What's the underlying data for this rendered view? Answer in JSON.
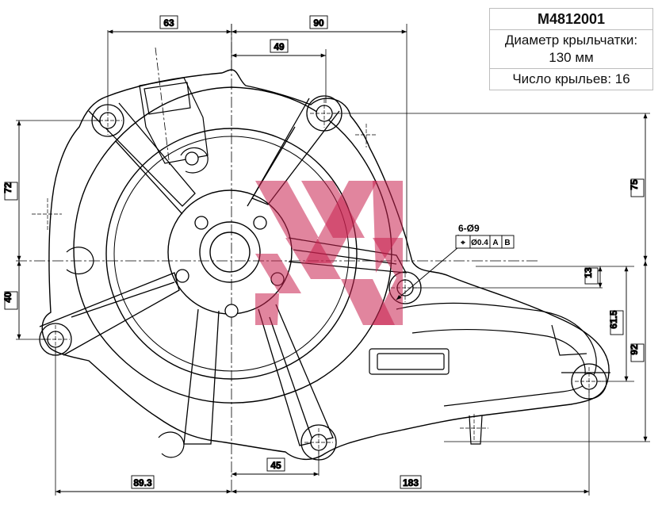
{
  "info_table": {
    "part_number": "M4812001",
    "impeller_diameter_label": "Диаметр крыльчатки:",
    "impeller_diameter_value": "130 мм",
    "blade_count": "Число крыльев: 16"
  },
  "dimensions": {
    "d63": "63",
    "d90": "90",
    "d49": "49",
    "d72": "72",
    "d40": "40",
    "d75": "75",
    "d13": "13",
    "d61_5": "61.5",
    "d92": "92",
    "d45": "45",
    "d89_3": "89.3",
    "d183": "183"
  },
  "hole_callout": {
    "label": "6-Ø9",
    "symbol": "⌖",
    "tolerance": "Ø0.4",
    "datum_a": "A",
    "datum_b": "B"
  },
  "colors": {
    "line": "#000000",
    "watermark": "#c9214f"
  }
}
